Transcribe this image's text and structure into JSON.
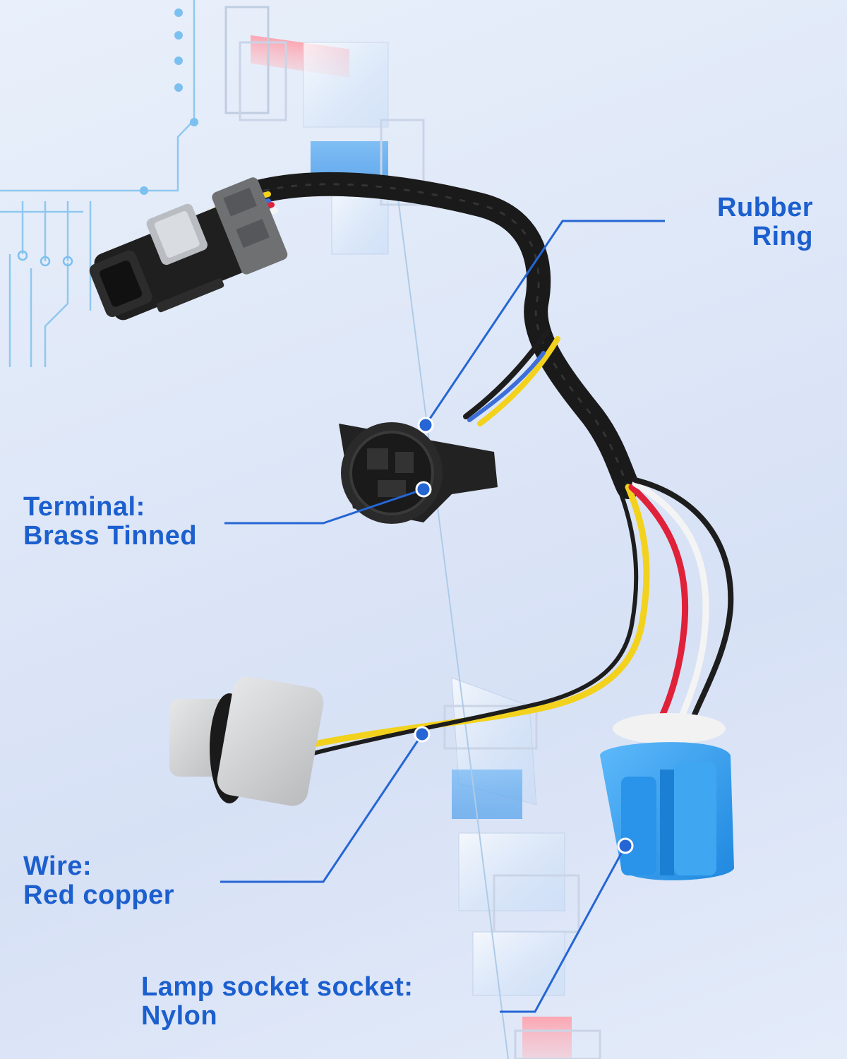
{
  "callouts": {
    "rubber_ring": {
      "line1": "Rubber",
      "line2": "Ring"
    },
    "terminal": {
      "line1": "Terminal:",
      "line2": "Brass Tinned"
    },
    "wire": {
      "line1": "Wire:",
      "line2": "Red copper"
    },
    "lamp_socket": {
      "line1": "Lamp socket socket:",
      "line2": "Nylon"
    }
  },
  "colors": {
    "callout_text": "#1c5fce",
    "leader_line": "#2566d4",
    "circuit": "#8fc8ef",
    "wire_black": "#1d1d1d",
    "wire_red": "#e0213a",
    "wire_yellow": "#f2d21c",
    "wire_blue": "#3d6fd8",
    "wire_white": "#f4f4f4",
    "nylon_socket": "#3aa3f0",
    "gray_socket": "#cfd1d3"
  }
}
